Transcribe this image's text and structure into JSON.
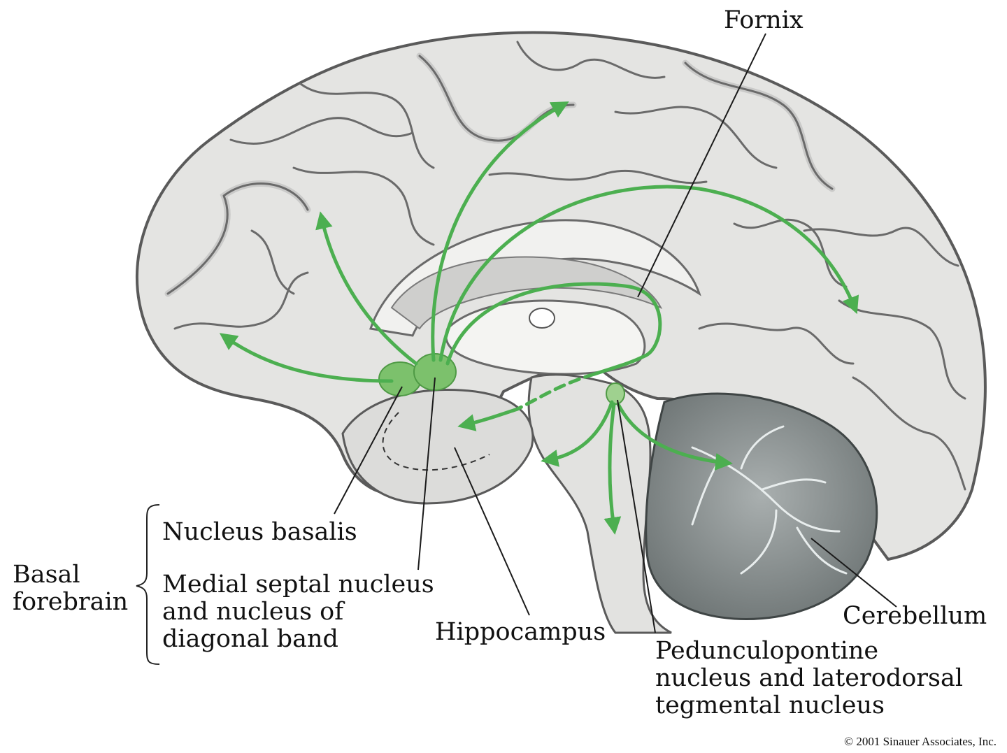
{
  "labels": {
    "fornix": "Fornix",
    "basal_forebrain_line1": "Basal",
    "basal_forebrain_line2": "forebrain",
    "nucleus_basalis": "Nucleus basalis",
    "medial_septal_line1": "Medial septal nucleus",
    "medial_septal_line2": "and nucleus of",
    "medial_septal_line3": "diagonal band",
    "hippocampus": "Hippocampus",
    "cerebellum": "Cerebellum",
    "ppn_line1": "Pedunculopontine",
    "ppn_line2": "nucleus and laterodorsal",
    "ppn_line3": "tegmental nucleus"
  },
  "copyright": "© 2001 Sinauer Associates, Inc.",
  "colors": {
    "pathway": "#4caf50",
    "nucleus": "#7cc16c",
    "cortex": "#e4e4e2",
    "cortex_outline": "#5a5a5a",
    "cerebellum": "#8f9595",
    "brainstem": "#e2e2e0"
  }
}
